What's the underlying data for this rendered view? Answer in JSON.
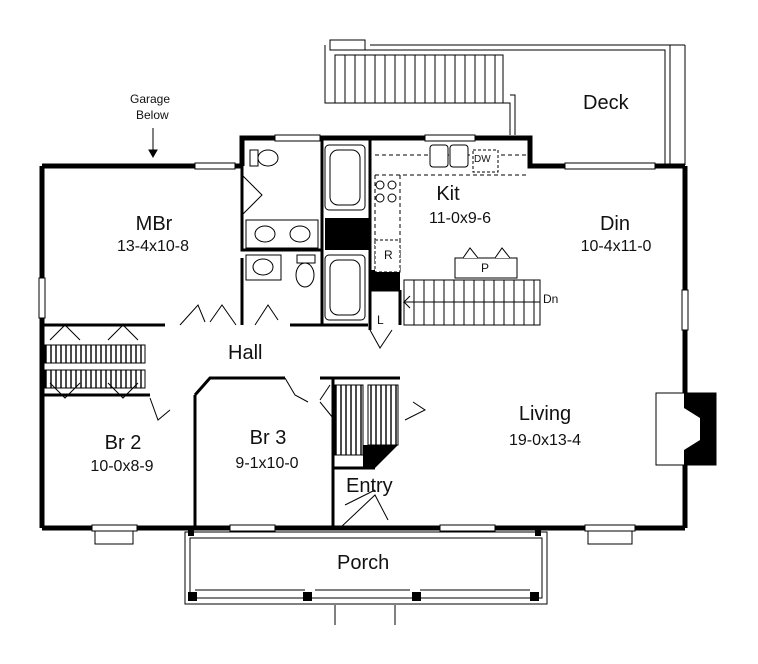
{
  "annotations": {
    "garage_line1": "Garage",
    "garage_line2": "Below",
    "deck": "Deck",
    "dw": "DW",
    "refrigerator": "R",
    "pantry": "P",
    "stairs_down": "Dn",
    "linen": "L",
    "hall": "Hall",
    "entry": "Entry",
    "porch": "Porch"
  },
  "rooms": [
    {
      "id": "mbr",
      "name": "MBr",
      "size": "13-4x10-8"
    },
    {
      "id": "kit",
      "name": "Kit",
      "size": "11-0x9-6"
    },
    {
      "id": "din",
      "name": "Din",
      "size": "10-4x11-0"
    },
    {
      "id": "br2",
      "name": "Br 2",
      "size": "10-0x8-9"
    },
    {
      "id": "br3",
      "name": "Br 3",
      "size": "9-1x10-0"
    },
    {
      "id": "living",
      "name": "Living",
      "size": "19-0x13-4"
    }
  ]
}
